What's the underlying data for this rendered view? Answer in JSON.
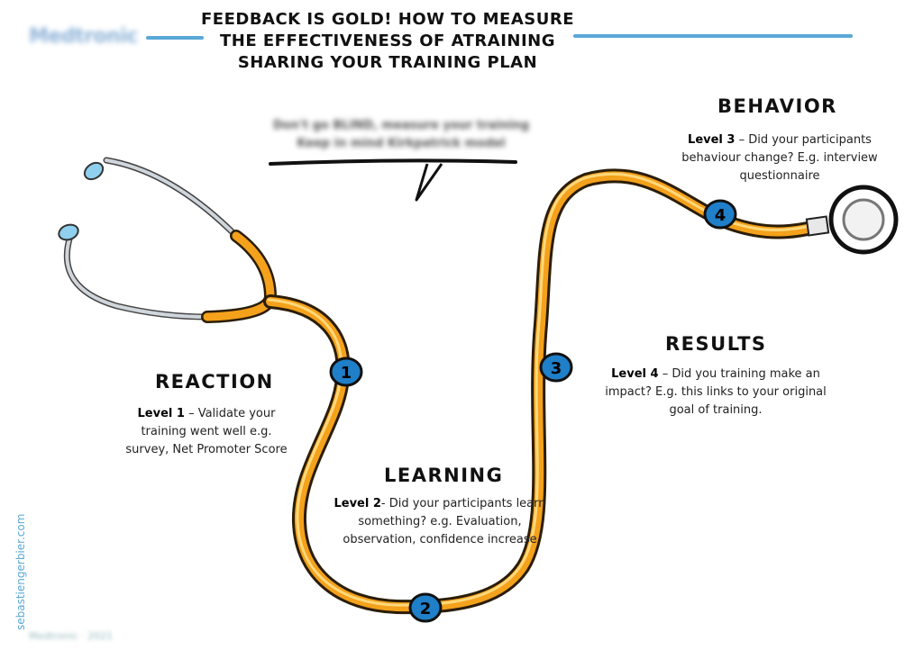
{
  "header": {
    "brand": "Medtronic",
    "title_lines": [
      "FEEDBACK IS GOLD! HOW TO MEASURE",
      "THE EFFECTIVENESS OF ATRAINING",
      "SHARING YOUR TRAINING PLAN"
    ]
  },
  "bubble": {
    "line1": "Don't go BLIND, measure your training",
    "line2": "Keep in mind Kirkpatrick model"
  },
  "stages": [
    {
      "number": "1",
      "title": "REACTION",
      "level": "Level 1",
      "text_lines": [
        "– Validate your",
        "training went well e.g.",
        "survey, Net Promoter Score"
      ]
    },
    {
      "number": "2",
      "title": "LEARNING",
      "level": "Level 2",
      "text_lines": [
        "- Did your participants learn",
        "something? e.g. Evaluation,",
        "observation, confidence increase"
      ]
    },
    {
      "number": "3",
      "title": "RESULTS",
      "level": "Level 4",
      "text_lines": [
        "– Did you training make an",
        "impact? E.g. this links to your original",
        "goal of training."
      ]
    },
    {
      "number": "4",
      "title": "BEHAVIOR",
      "level": "Level 3",
      "text_lines": [
        "– Did your participants",
        "behaviour change? E.g. interview",
        "questionnaire"
      ]
    }
  ],
  "credit": {
    "side": "sebastiengerbier.com",
    "footer": "Medtronic · 2021"
  },
  "colors": {
    "tube_orange": "#f4a11c",
    "tube_dark": "#3a2a10",
    "badge_blue": "#1f7fc8",
    "rule_blue": "#5aa8d8"
  }
}
